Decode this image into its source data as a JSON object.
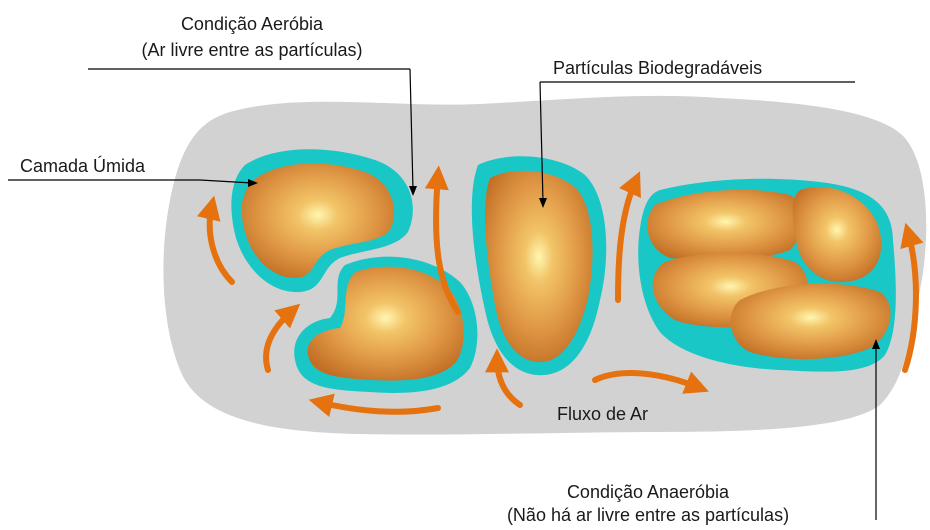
{
  "labels": {
    "aerobic_line1": "Condição Aeróbia",
    "aerobic_line2": "(Ar livre entre as partículas)",
    "biodegradable": "Partículas Biodegradáveis",
    "wet_layer": "Camada Úmida",
    "air_flow": "Fluxo de Ar",
    "anaerobic_line1": "Condição Anaeróbia",
    "anaerobic_line2": "(Não há ar livre entre as partículas)"
  },
  "colors": {
    "background_mass": "#d2d2d2",
    "wet_layer": "#19c7c7",
    "particle_outer": "#c8772c",
    "particle_mid": "#e3a14e",
    "particle_center": "#fff4a8",
    "air_arrow": "#e5720f"
  }
}
